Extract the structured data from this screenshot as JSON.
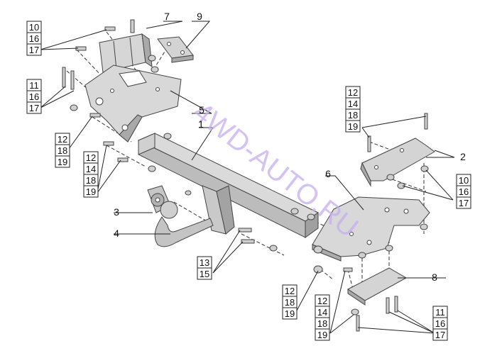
{
  "watermark": "4WD-AUTO.RU",
  "colors": {
    "part_fill": "#d3d3d3",
    "part_shade": "#a9a9a9",
    "part_light": "#ececec",
    "watermark": "#c6aef0",
    "lines": "#222222"
  },
  "callouts": [
    {
      "id": "c1",
      "text": "1"
    },
    {
      "id": "c2",
      "text": "2"
    },
    {
      "id": "c3",
      "text": "3"
    },
    {
      "id": "c4",
      "text": "4"
    },
    {
      "id": "c5",
      "text": "5"
    },
    {
      "id": "c6",
      "text": "6"
    },
    {
      "id": "c7",
      "text": "7"
    },
    {
      "id": "c8",
      "text": "8"
    },
    {
      "id": "c9",
      "text": "9"
    }
  ],
  "stacks": [
    {
      "id": "s_tl",
      "items": [
        "10",
        "16",
        "17"
      ]
    },
    {
      "id": "s_l1",
      "items": [
        "11",
        "16",
        "17"
      ]
    },
    {
      "id": "s_l2",
      "items": [
        "12",
        "18",
        "19"
      ]
    },
    {
      "id": "s_l3",
      "items": [
        "12",
        "14",
        "18",
        "19"
      ]
    },
    {
      "id": "s_tr",
      "items": [
        "12",
        "14",
        "18",
        "19"
      ]
    },
    {
      "id": "s_r1",
      "items": [
        "10",
        "16",
        "17"
      ]
    },
    {
      "id": "s_mid",
      "items": [
        "13",
        "15"
      ]
    },
    {
      "id": "s_b1",
      "items": [
        "12",
        "18",
        "19"
      ]
    },
    {
      "id": "s_b2",
      "items": [
        "12",
        "14",
        "18",
        "19"
      ]
    },
    {
      "id": "s_br",
      "items": [
        "11",
        "16",
        "17"
      ]
    }
  ]
}
